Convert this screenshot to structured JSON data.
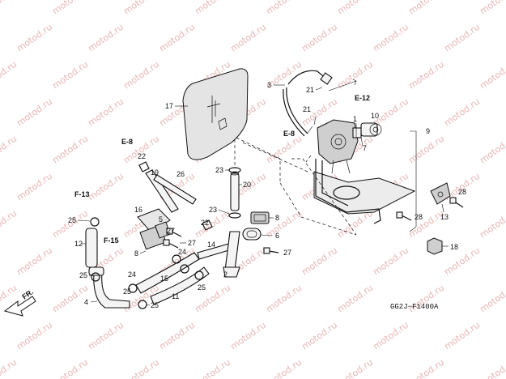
{
  "watermark": {
    "text": "motod.ru",
    "color": "#e9b5b5"
  },
  "diagram_code": "GG2J−F1400A",
  "orientation": {
    "label": "FR."
  },
  "section_refs": [
    "E-8",
    "E-12",
    "E-8",
    "F-13",
    "F-15"
  ],
  "part_numbers": [
    "1",
    "2",
    "3",
    "4",
    "5",
    "6",
    "7",
    "8",
    "9",
    "10",
    "11",
    "12",
    "13",
    "14",
    "15",
    "16",
    "17",
    "18",
    "19",
    "20",
    "21",
    "22",
    "23",
    "24",
    "25",
    "26",
    "27",
    "28"
  ]
}
